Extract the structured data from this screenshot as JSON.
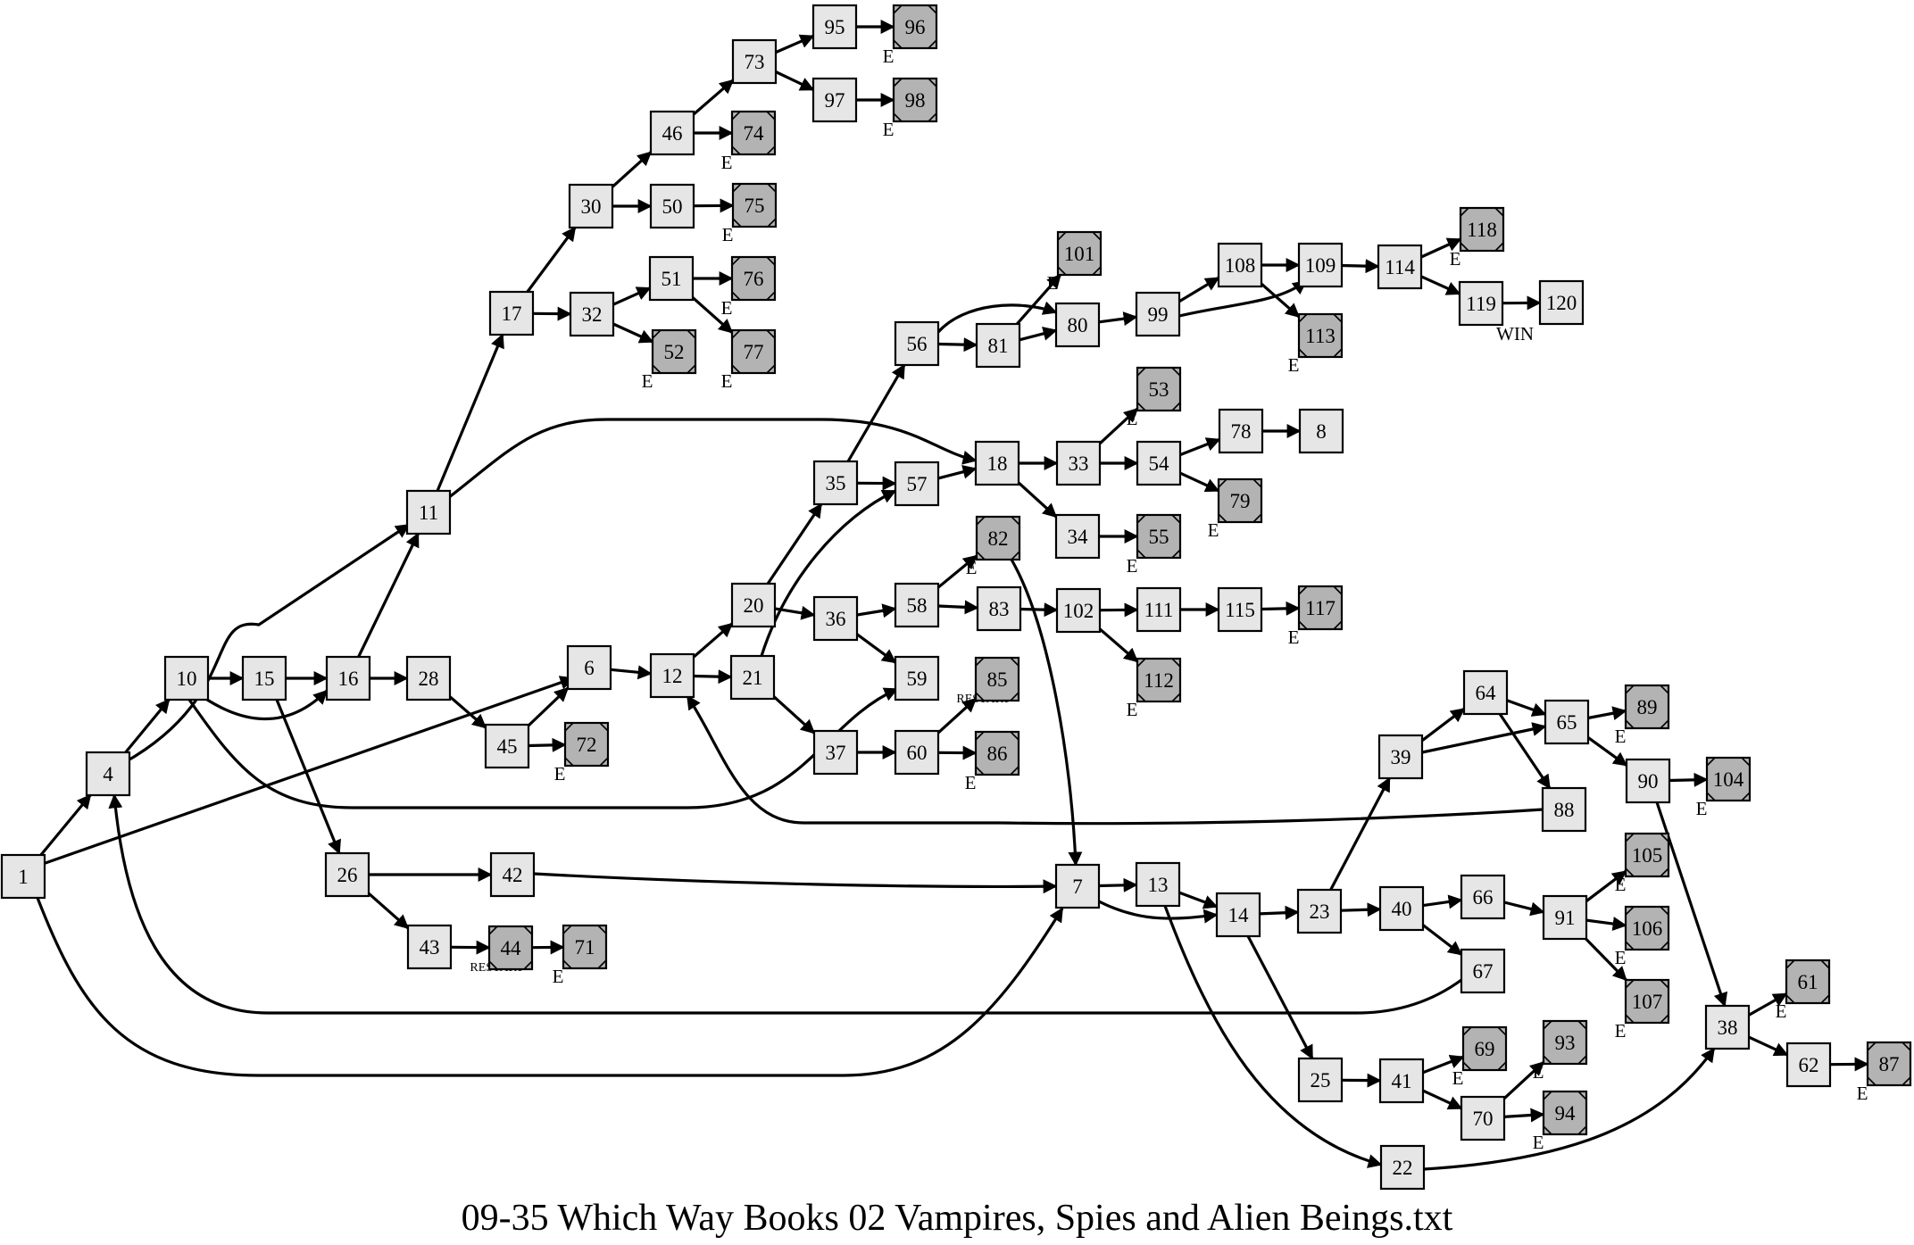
{
  "title": "09-35 Which Way Books 02 Vampires, Spies and Alien Beings.txt",
  "nodes": [
    {
      "id": "1",
      "type": "normal"
    },
    {
      "id": "4",
      "type": "normal"
    },
    {
      "id": "10",
      "type": "normal"
    },
    {
      "id": "15",
      "type": "normal"
    },
    {
      "id": "16",
      "type": "normal"
    },
    {
      "id": "28",
      "type": "normal"
    },
    {
      "id": "45",
      "type": "normal"
    },
    {
      "id": "72",
      "type": "end"
    },
    {
      "id": "6",
      "type": "normal"
    },
    {
      "id": "12",
      "type": "normal"
    },
    {
      "id": "26",
      "type": "normal"
    },
    {
      "id": "42",
      "type": "normal"
    },
    {
      "id": "43",
      "type": "normal"
    },
    {
      "id": "44",
      "type": "end"
    },
    {
      "id": "71",
      "type": "end"
    },
    {
      "id": "11",
      "type": "normal"
    },
    {
      "id": "17",
      "type": "normal"
    },
    {
      "id": "30",
      "type": "normal"
    },
    {
      "id": "32",
      "type": "normal"
    },
    {
      "id": "46",
      "type": "normal"
    },
    {
      "id": "50",
      "type": "normal"
    },
    {
      "id": "51",
      "type": "normal"
    },
    {
      "id": "52",
      "type": "end"
    },
    {
      "id": "73",
      "type": "normal"
    },
    {
      "id": "74",
      "type": "end"
    },
    {
      "id": "75",
      "type": "end"
    },
    {
      "id": "76",
      "type": "end"
    },
    {
      "id": "77",
      "type": "end"
    },
    {
      "id": "95",
      "type": "normal"
    },
    {
      "id": "97",
      "type": "normal"
    },
    {
      "id": "96",
      "type": "end"
    },
    {
      "id": "98",
      "type": "end"
    },
    {
      "id": "20",
      "type": "normal"
    },
    {
      "id": "21",
      "type": "normal"
    },
    {
      "id": "35",
      "type": "normal"
    },
    {
      "id": "36",
      "type": "normal"
    },
    {
      "id": "37",
      "type": "normal"
    },
    {
      "id": "56",
      "type": "normal"
    },
    {
      "id": "57",
      "type": "normal"
    },
    {
      "id": "58",
      "type": "normal"
    },
    {
      "id": "59",
      "type": "normal"
    },
    {
      "id": "60",
      "type": "normal"
    },
    {
      "id": "81",
      "type": "normal"
    },
    {
      "id": "80",
      "type": "normal"
    },
    {
      "id": "101",
      "type": "end"
    },
    {
      "id": "99",
      "type": "normal"
    },
    {
      "id": "108",
      "type": "normal"
    },
    {
      "id": "109",
      "type": "normal"
    },
    {
      "id": "113",
      "type": "end"
    },
    {
      "id": "114",
      "type": "normal"
    },
    {
      "id": "118",
      "type": "end"
    },
    {
      "id": "119",
      "type": "normal"
    },
    {
      "id": "120",
      "type": "normal"
    },
    {
      "id": "18",
      "type": "normal"
    },
    {
      "id": "33",
      "type": "normal"
    },
    {
      "id": "34",
      "type": "normal"
    },
    {
      "id": "53",
      "type": "end"
    },
    {
      "id": "54",
      "type": "normal"
    },
    {
      "id": "78",
      "type": "normal"
    },
    {
      "id": "8",
      "type": "normal"
    },
    {
      "id": "79",
      "type": "end"
    },
    {
      "id": "55",
      "type": "end"
    },
    {
      "id": "82",
      "type": "end"
    },
    {
      "id": "83",
      "type": "normal"
    },
    {
      "id": "102",
      "type": "normal"
    },
    {
      "id": "111",
      "type": "normal"
    },
    {
      "id": "115",
      "type": "normal"
    },
    {
      "id": "117",
      "type": "end"
    },
    {
      "id": "112",
      "type": "end"
    },
    {
      "id": "85",
      "type": "end"
    },
    {
      "id": "86",
      "type": "end"
    },
    {
      "id": "7",
      "type": "normal"
    },
    {
      "id": "13",
      "type": "normal"
    },
    {
      "id": "14",
      "type": "normal"
    },
    {
      "id": "23",
      "type": "normal"
    },
    {
      "id": "39",
      "type": "normal"
    },
    {
      "id": "40",
      "type": "normal"
    },
    {
      "id": "64",
      "type": "normal"
    },
    {
      "id": "65",
      "type": "normal"
    },
    {
      "id": "88",
      "type": "normal"
    },
    {
      "id": "89",
      "type": "end"
    },
    {
      "id": "90",
      "type": "normal"
    },
    {
      "id": "104",
      "type": "end"
    },
    {
      "id": "66",
      "type": "normal"
    },
    {
      "id": "67",
      "type": "normal"
    },
    {
      "id": "91",
      "type": "normal"
    },
    {
      "id": "105",
      "type": "end"
    },
    {
      "id": "106",
      "type": "end"
    },
    {
      "id": "107",
      "type": "end"
    },
    {
      "id": "25",
      "type": "normal"
    },
    {
      "id": "41",
      "type": "normal"
    },
    {
      "id": "69",
      "type": "end"
    },
    {
      "id": "70",
      "type": "normal"
    },
    {
      "id": "93",
      "type": "end"
    },
    {
      "id": "94",
      "type": "end"
    },
    {
      "id": "22",
      "type": "normal"
    },
    {
      "id": "38",
      "type": "normal"
    },
    {
      "id": "61",
      "type": "end"
    },
    {
      "id": "62",
      "type": "normal"
    },
    {
      "id": "87",
      "type": "end"
    }
  ],
  "edges": [
    {
      "from": "1",
      "to": "4"
    },
    {
      "from": "1",
      "to": "6"
    },
    {
      "from": "1",
      "to": "7"
    },
    {
      "from": "4",
      "to": "10"
    },
    {
      "from": "4",
      "to": "11"
    },
    {
      "from": "10",
      "to": "15"
    },
    {
      "from": "10",
      "to": "16"
    },
    {
      "from": "10",
      "to": "59"
    },
    {
      "from": "15",
      "to": "16"
    },
    {
      "from": "15",
      "to": "26"
    },
    {
      "from": "16",
      "to": "11"
    },
    {
      "from": "16",
      "to": "28"
    },
    {
      "from": "28",
      "to": "45"
    },
    {
      "from": "45",
      "to": "6"
    },
    {
      "from": "45",
      "to": "72",
      "label": "E"
    },
    {
      "from": "6",
      "to": "12"
    },
    {
      "from": "26",
      "to": "42"
    },
    {
      "from": "26",
      "to": "43"
    },
    {
      "from": "42",
      "to": "7"
    },
    {
      "from": "43",
      "to": "44",
      "label": "RESTART*"
    },
    {
      "from": "44",
      "to": "71",
      "label": "E"
    },
    {
      "from": "11",
      "to": "17"
    },
    {
      "from": "11",
      "to": "18"
    },
    {
      "from": "17",
      "to": "30"
    },
    {
      "from": "17",
      "to": "32"
    },
    {
      "from": "30",
      "to": "46"
    },
    {
      "from": "30",
      "to": "50"
    },
    {
      "from": "46",
      "to": "73"
    },
    {
      "from": "46",
      "to": "74",
      "label": "E"
    },
    {
      "from": "73",
      "to": "95"
    },
    {
      "from": "73",
      "to": "97"
    },
    {
      "from": "95",
      "to": "96",
      "label": "E"
    },
    {
      "from": "97",
      "to": "98",
      "label": "E"
    },
    {
      "from": "50",
      "to": "75",
      "label": "E"
    },
    {
      "from": "32",
      "to": "51"
    },
    {
      "from": "32",
      "to": "52",
      "label": "E"
    },
    {
      "from": "51",
      "to": "76",
      "label": "E"
    },
    {
      "from": "51",
      "to": "77",
      "label": "E"
    },
    {
      "from": "12",
      "to": "20"
    },
    {
      "from": "12",
      "to": "21"
    },
    {
      "from": "20",
      "to": "35"
    },
    {
      "from": "20",
      "to": "36"
    },
    {
      "from": "21",
      "to": "57"
    },
    {
      "from": "21",
      "to": "37"
    },
    {
      "from": "35",
      "to": "56"
    },
    {
      "from": "35",
      "to": "57"
    },
    {
      "from": "56",
      "to": "81"
    },
    {
      "from": "56",
      "to": "80"
    },
    {
      "from": "81",
      "to": "101",
      "label": "E"
    },
    {
      "from": "81",
      "to": "80"
    },
    {
      "from": "80",
      "to": "99"
    },
    {
      "from": "99",
      "to": "108"
    },
    {
      "from": "99",
      "to": "109"
    },
    {
      "from": "108",
      "to": "109"
    },
    {
      "from": "108",
      "to": "113",
      "label": "E"
    },
    {
      "from": "109",
      "to": "114"
    },
    {
      "from": "114",
      "to": "118",
      "label": "E"
    },
    {
      "from": "114",
      "to": "119"
    },
    {
      "from": "119",
      "to": "120",
      "label": "WIN"
    },
    {
      "from": "57",
      "to": "18"
    },
    {
      "from": "18",
      "to": "33"
    },
    {
      "from": "18",
      "to": "34"
    },
    {
      "from": "33",
      "to": "53",
      "label": "E"
    },
    {
      "from": "33",
      "to": "54"
    },
    {
      "from": "54",
      "to": "78"
    },
    {
      "from": "54",
      "to": "79",
      "label": "E"
    },
    {
      "from": "78",
      "to": "8"
    },
    {
      "from": "34",
      "to": "55",
      "label": "E"
    },
    {
      "from": "36",
      "to": "58"
    },
    {
      "from": "36",
      "to": "59"
    },
    {
      "from": "58",
      "to": "82",
      "label": "E"
    },
    {
      "from": "58",
      "to": "83"
    },
    {
      "from": "82",
      "to": "7"
    },
    {
      "from": "83",
      "to": "102"
    },
    {
      "from": "102",
      "to": "111"
    },
    {
      "from": "102",
      "to": "112",
      "label": "E"
    },
    {
      "from": "111",
      "to": "115"
    },
    {
      "from": "115",
      "to": "117",
      "label": "E"
    },
    {
      "from": "37",
      "to": "60"
    },
    {
      "from": "60",
      "to": "85",
      "label": "RESTART*"
    },
    {
      "from": "60",
      "to": "86",
      "label": "E"
    },
    {
      "from": "7",
      "to": "13"
    },
    {
      "from": "7",
      "to": "14"
    },
    {
      "from": "13",
      "to": "14"
    },
    {
      "from": "13",
      "to": "22"
    },
    {
      "from": "14",
      "to": "23"
    },
    {
      "from": "14",
      "to": "25"
    },
    {
      "from": "23",
      "to": "39"
    },
    {
      "from": "23",
      "to": "40"
    },
    {
      "from": "39",
      "to": "64"
    },
    {
      "from": "39",
      "to": "65"
    },
    {
      "from": "64",
      "to": "65"
    },
    {
      "from": "64",
      "to": "88"
    },
    {
      "from": "88",
      "to": "12"
    },
    {
      "from": "65",
      "to": "89",
      "label": "E"
    },
    {
      "from": "65",
      "to": "90"
    },
    {
      "from": "90",
      "to": "104",
      "label": "E"
    },
    {
      "from": "90",
      "to": "38"
    },
    {
      "from": "40",
      "to": "66"
    },
    {
      "from": "40",
      "to": "67"
    },
    {
      "from": "66",
      "to": "91"
    },
    {
      "from": "67",
      "to": "4"
    },
    {
      "from": "91",
      "to": "105",
      "label": "E"
    },
    {
      "from": "91",
      "to": "106",
      "label": "E"
    },
    {
      "from": "91",
      "to": "107",
      "label": "E"
    },
    {
      "from": "25",
      "to": "41"
    },
    {
      "from": "41",
      "to": "69",
      "label": "E"
    },
    {
      "from": "41",
      "to": "70"
    },
    {
      "from": "70",
      "to": "93",
      "label": "E"
    },
    {
      "from": "70",
      "to": "94",
      "label": "E"
    },
    {
      "from": "22",
      "to": "38"
    },
    {
      "from": "38",
      "to": "61",
      "label": "E"
    },
    {
      "from": "38",
      "to": "62"
    },
    {
      "from": "62",
      "to": "87",
      "label": "E"
    }
  ]
}
